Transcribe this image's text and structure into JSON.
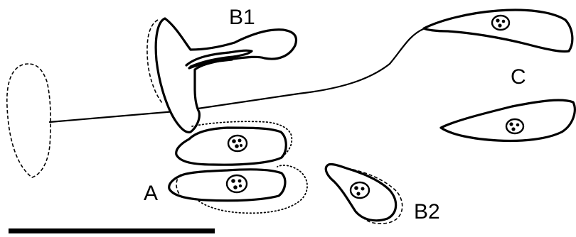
{
  "labels": {
    "b1": "B1",
    "b2": "B2",
    "a": "A",
    "c": "C"
  },
  "scale_bar": "scale-bar"
}
